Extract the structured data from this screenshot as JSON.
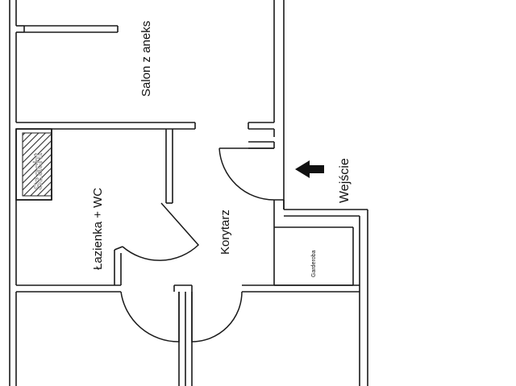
{
  "plan": {
    "rooms": {
      "salon": "Salon z aneks",
      "lazienka": "Łazienka + WC",
      "korytarz": "Korytarz",
      "garderoba": "Garderoba",
      "szacht": "Szacht"
    },
    "entrance": {
      "label": "Wejście",
      "icon": "arrow-left-icon"
    },
    "colors": {
      "wall": "#1a1a1a",
      "background": "#ffffff",
      "hatch": "#333333"
    }
  }
}
